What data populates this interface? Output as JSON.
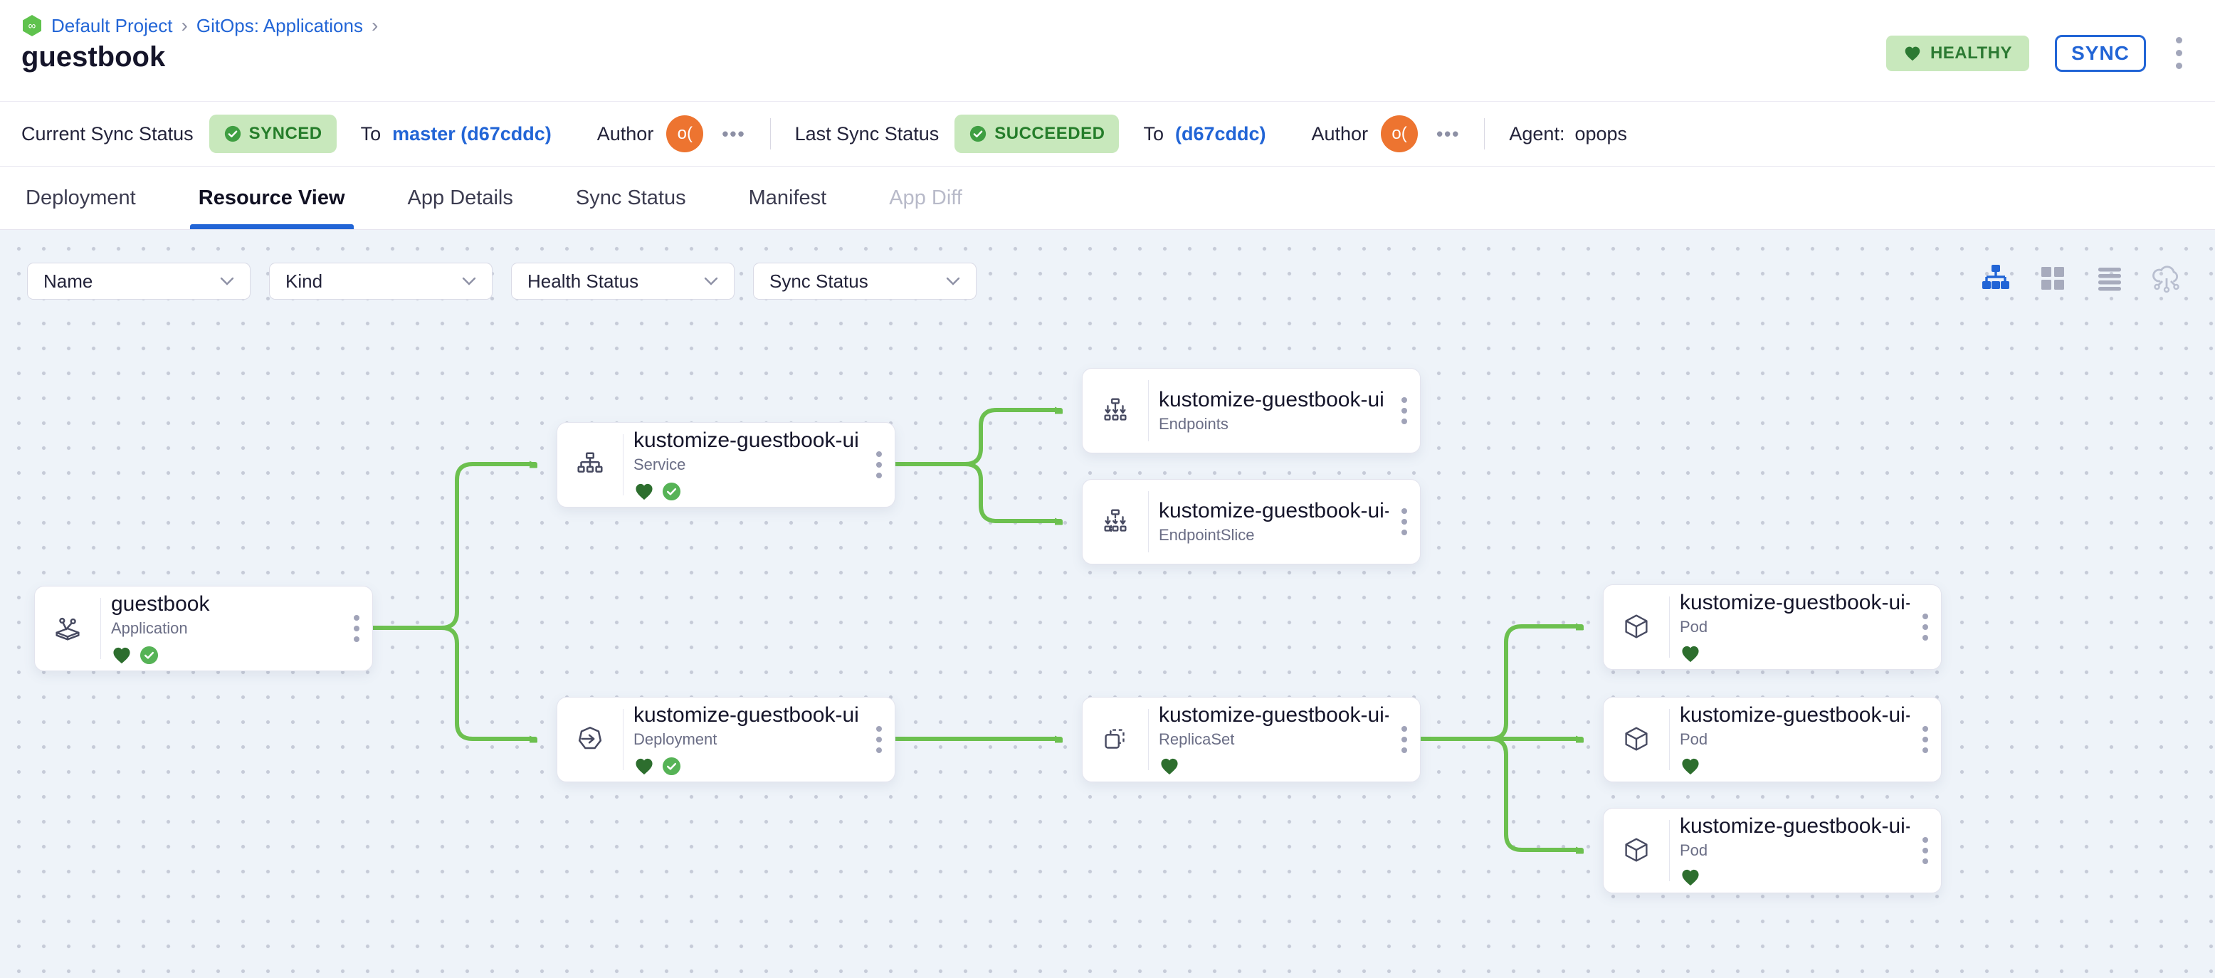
{
  "breadcrumb": {
    "separator": "›",
    "items": [
      {
        "label": "Default Project"
      },
      {
        "label": "GitOps: Applications"
      }
    ]
  },
  "page": {
    "title": "guestbook"
  },
  "header_actions": {
    "health_badge": "HEALTHY",
    "sync_button": "SYNC"
  },
  "status_bar": {
    "current": {
      "label": "Current Sync Status",
      "badge": "SYNCED",
      "to": "To",
      "revision": "master (d67cddc)",
      "author_label": "Author",
      "author_avatar": "o(",
      "more": "•••"
    },
    "last": {
      "label": "Last Sync Status",
      "badge": "SUCCEEDED",
      "to": "To",
      "revision": "(d67cddc)",
      "author_label": "Author",
      "author_avatar": "o(",
      "more": "•••"
    },
    "agent_label": "Agent:",
    "agent_value": "opops"
  },
  "tabs": [
    {
      "label": "Deployment",
      "state": "normal"
    },
    {
      "label": "Resource View",
      "state": "active"
    },
    {
      "label": "App Details",
      "state": "normal"
    },
    {
      "label": "Sync Status",
      "state": "normal"
    },
    {
      "label": "Manifest",
      "state": "normal"
    },
    {
      "label": "App Diff",
      "state": "disabled"
    }
  ],
  "filters": [
    {
      "label": "Name"
    },
    {
      "label": "Kind"
    },
    {
      "label": "Health Status"
    },
    {
      "label": "Sync Status"
    }
  ],
  "view_modes": [
    {
      "icon": "tree-view-icon",
      "active": true
    },
    {
      "icon": "grid-view-icon",
      "active": false
    },
    {
      "icon": "list-view-icon",
      "active": false
    },
    {
      "icon": "cloud-view-icon",
      "active": false
    }
  ],
  "nodes": [
    {
      "title": "guestbook",
      "kind": "Application",
      "healthy": true,
      "synced": true
    },
    {
      "title": "kustomize-guestbook-ui",
      "kind": "Service",
      "healthy": true,
      "synced": true
    },
    {
      "title": "kustomize-guestbook-ui",
      "kind": "Endpoints",
      "healthy": false,
      "synced": false
    },
    {
      "title": "kustomize-guestbook-ui-...",
      "kind": "EndpointSlice",
      "healthy": false,
      "synced": false
    },
    {
      "title": "kustomize-guestbook-ui",
      "kind": "Deployment",
      "healthy": true,
      "synced": true
    },
    {
      "title": "kustomize-guestbook-ui-...",
      "kind": "ReplicaSet",
      "healthy": true,
      "synced": false
    },
    {
      "title": "kustomize-guestbook-ui-...",
      "kind": "Pod",
      "healthy": true,
      "synced": false
    },
    {
      "title": "kustomize-guestbook-ui-...",
      "kind": "Pod",
      "healthy": true,
      "synced": false
    },
    {
      "title": "kustomize-guestbook-ui-...",
      "kind": "Pod",
      "healthy": true,
      "synced": false
    }
  ],
  "colors": {
    "accent_blue": "#2265d6",
    "edge_green": "#6cc04f",
    "healthy_green": "#2c7a33",
    "badge_bg": "#c8e8bc",
    "avatar_orange": "#ed7430",
    "canvas_bg": "#eef3f9"
  }
}
